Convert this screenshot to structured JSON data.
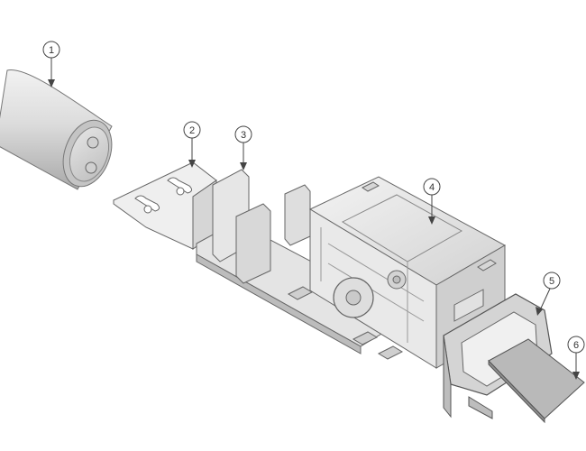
{
  "diagram": {
    "callouts": [
      {
        "id": "1",
        "label": "1"
      },
      {
        "id": "2",
        "label": "2"
      },
      {
        "id": "3",
        "label": "3"
      },
      {
        "id": "4",
        "label": "4"
      },
      {
        "id": "5",
        "label": "5"
      },
      {
        "id": "6",
        "label": "6"
      }
    ],
    "colors": {
      "line": "#555555",
      "metal_light": "#eeeeee",
      "metal_mid": "#d6d6d6",
      "metal_dark": "#a8a8a8",
      "card": "#b9b9b9"
    }
  }
}
